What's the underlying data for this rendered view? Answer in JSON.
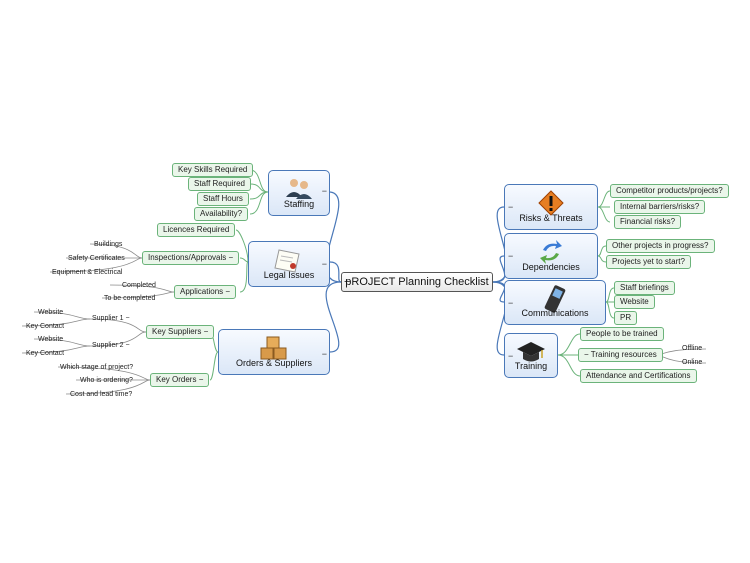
{
  "central": {
    "label": "pROJECT Planning Checklist"
  },
  "staffing": {
    "label": "Staffing",
    "items": [
      "Key Skills Required",
      "Staff Required",
      "Staff Hours",
      "Availability?"
    ]
  },
  "legal": {
    "label": "Legal Issues",
    "items": [
      "Licences Required"
    ],
    "inspections": {
      "label": "Inspections/Approvals",
      "items": [
        "Buildings",
        "Safety Certificates",
        "Equipment & Electrical"
      ]
    },
    "applications": {
      "label": "Applications",
      "items": [
        "Completed",
        "To be completed"
      ]
    }
  },
  "orders": {
    "label": "Orders & Suppliers",
    "key_suppliers": {
      "label": "Key Suppliers",
      "supplier1": {
        "label": "Supplier 1",
        "items": [
          "Website",
          "Key Contact"
        ]
      },
      "supplier2": {
        "label": "Supplier 2",
        "items": [
          "Website",
          "Key Contact"
        ]
      }
    },
    "key_orders": {
      "label": "Key Orders",
      "items": [
        "Which stage of project?",
        "Who is ordering?",
        "Cost and lead time?"
      ]
    }
  },
  "risks": {
    "label": "Risks & Threats",
    "items": [
      "Competitor products/projects?",
      "Internal barriers/risks?",
      "Financial risks?"
    ]
  },
  "dependencies": {
    "label": "Dependencies",
    "items": [
      "Other projects in progress?",
      "Projects yet to start?"
    ]
  },
  "communications": {
    "label": "Communications",
    "items": [
      "Staff briefings",
      "Website",
      "PR"
    ]
  },
  "training": {
    "label": "Training",
    "people": "People to be trained",
    "resources": {
      "label": "Training resources",
      "items": [
        "Offline",
        "Online"
      ]
    },
    "attendance": "Attendance and Certifications"
  },
  "toggle_symbol": "−",
  "icons": {
    "staffing": "people-icon",
    "legal": "legal-document-icon",
    "orders": "boxes-icon",
    "risks": "warning-icon",
    "dependencies": "arrows-cycle-icon",
    "communications": "mobile-phone-icon",
    "training": "graduation-cap-icon"
  },
  "colors": {
    "main_border": "#4a78b8",
    "sub_border": "#6bb37a",
    "sub_fill": "#eaf6ea",
    "link": "#4a78b8"
  }
}
